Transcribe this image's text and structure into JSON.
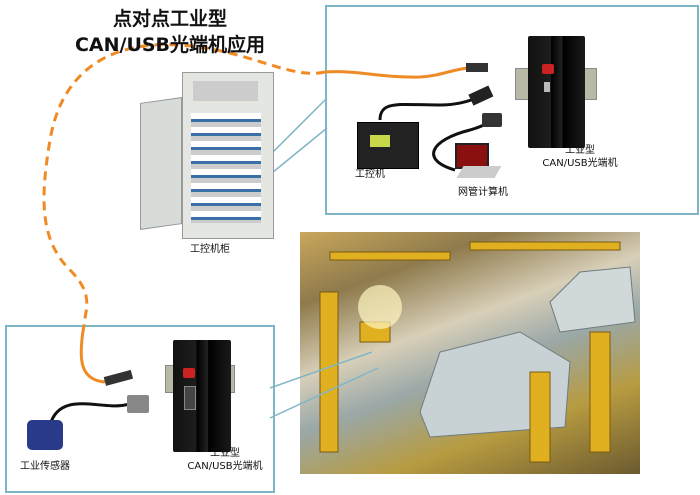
{
  "title": {
    "line1": "点对点工业型",
    "line2": "CAN/USB光端机应用"
  },
  "labels": {
    "cabinet": "工控机柜",
    "industrial_pc": "工控机",
    "management_pc": "网管计算机",
    "converter_top": {
      "line1": "工业型",
      "line2": "CAN/USB光端机"
    },
    "converter_bottom": {
      "line1": "工业型",
      "line2": "CAN/USB光端机"
    },
    "sensor": "工业传感器"
  },
  "colors": {
    "fiber": "#f08a24",
    "box_border": "#7fb6c6"
  }
}
